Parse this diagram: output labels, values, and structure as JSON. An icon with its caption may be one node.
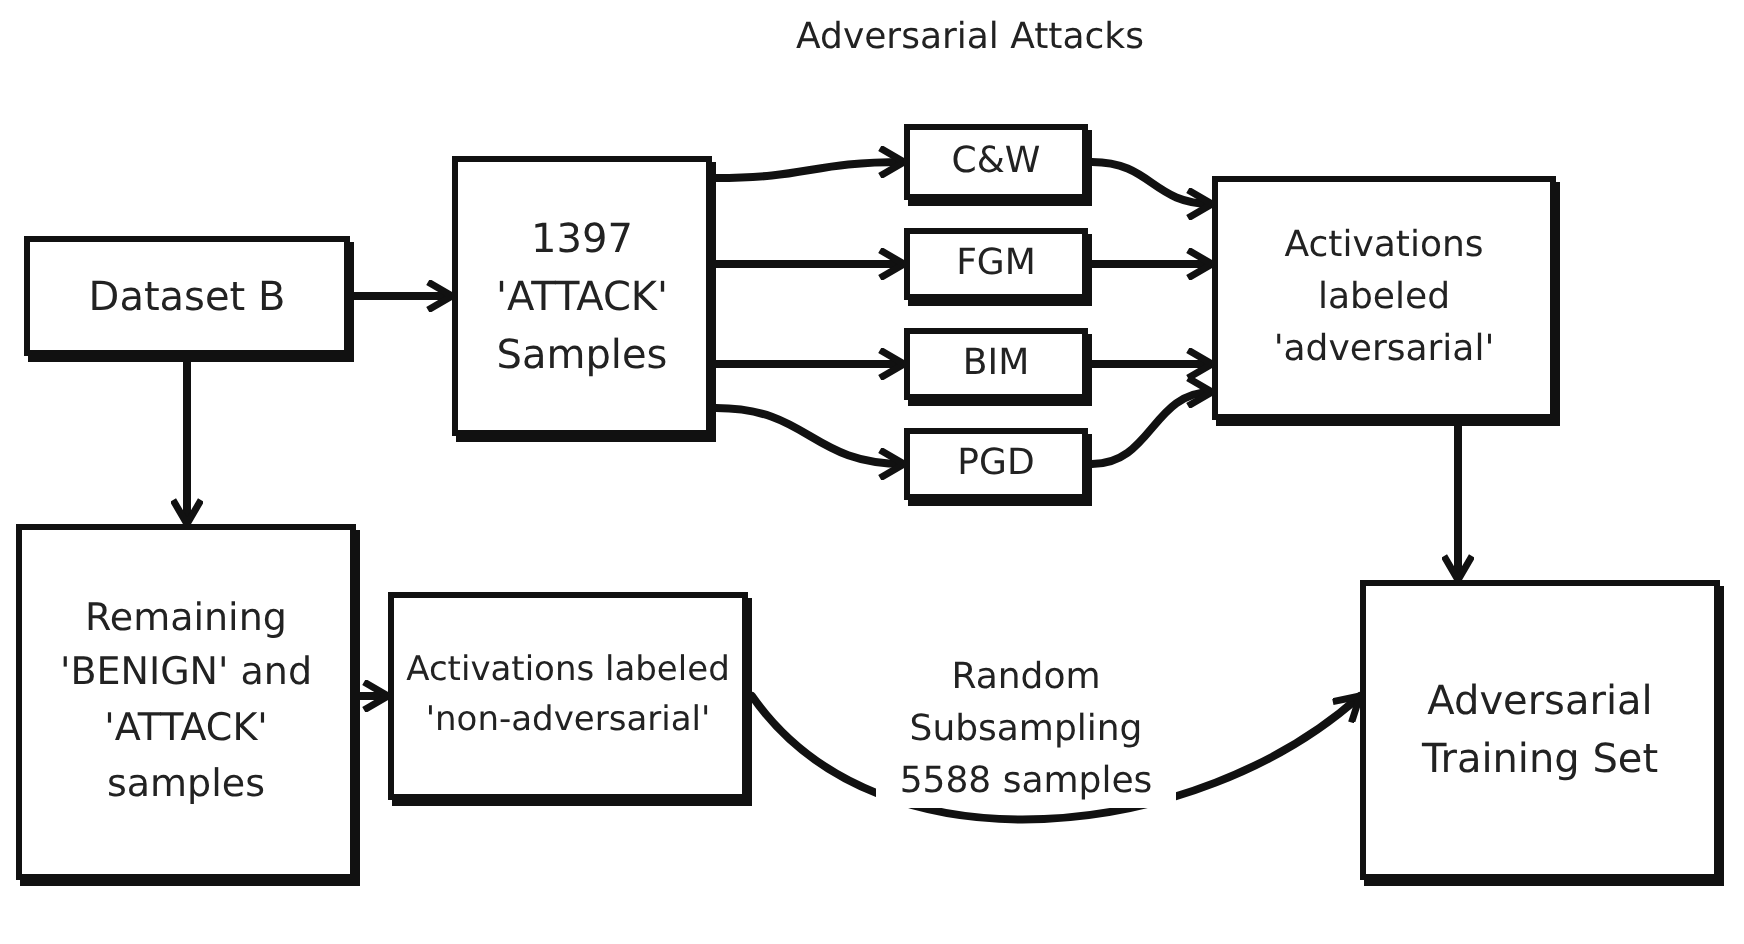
{
  "diagram": {
    "title": "Adversarial Attacks",
    "nodes": [
      {
        "text": [
          "Dataset B"
        ]
      },
      {
        "text": [
          "1397 'ATTACK' Samples"
        ]
      },
      {
        "text": [
          "C&W"
        ]
      },
      {
        "text": [
          "FGM"
        ]
      },
      {
        "text": [
          "BIM"
        ]
      },
      {
        "text": [
          "PGD"
        ]
      },
      {
        "text": [
          "Activations labeled 'adversarial'"
        ]
      },
      {
        "text": [
          "Remaining 'BENIGN' and 'ATTACK' samples"
        ]
      },
      {
        "text": [
          "Activations labeled 'non-adversarial'"
        ]
      },
      {
        "text": [
          "Adversarial Training Set"
        ]
      }
    ],
    "edges": [
      {
        "from": 0,
        "to": 1,
        "arrow": "to"
      },
      {
        "from": 0,
        "to": 7,
        "arrow": "to"
      },
      {
        "from": 1,
        "to": 2,
        "arrow": "to"
      },
      {
        "from": 1,
        "to": 3,
        "arrow": "to"
      },
      {
        "from": 1,
        "to": 4,
        "arrow": "to"
      },
      {
        "from": 1,
        "to": 5,
        "arrow": "to"
      },
      {
        "from": 2,
        "to": 6,
        "arrow": "to"
      },
      {
        "from": 3,
        "to": 6,
        "arrow": "to"
      },
      {
        "from": 4,
        "to": 6,
        "arrow": "to"
      },
      {
        "from": 5,
        "to": 6,
        "arrow": "to"
      },
      {
        "from": 6,
        "to": 9,
        "arrow": "to"
      },
      {
        "from": 7,
        "to": 8,
        "arrow": "to"
      },
      {
        "from": 8,
        "to": 9,
        "arrow": "to",
        "label": "Random Subsampling 5588 samples"
      }
    ]
  }
}
